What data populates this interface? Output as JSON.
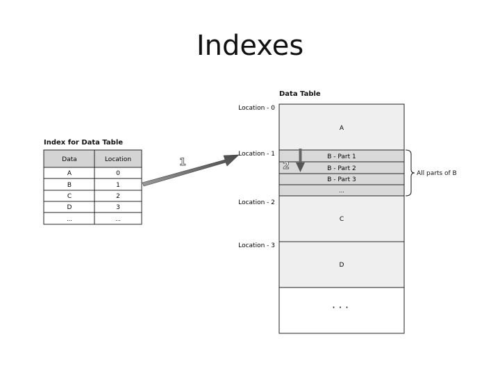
{
  "slide": {
    "title": "Indexes"
  },
  "index_table": {
    "title": "Index for Data Table",
    "headers": [
      "Data",
      "Location"
    ],
    "rows": [
      [
        "A",
        "0"
      ],
      [
        "B",
        "1"
      ],
      [
        "C",
        "2"
      ],
      [
        "D",
        "3"
      ],
      [
        "...",
        "..."
      ]
    ]
  },
  "data_table": {
    "title": "Data Table",
    "location_labels": [
      "Location - 0",
      "Location - 1",
      "Location - 2",
      "Location - 3"
    ],
    "blocks": [
      "A",
      "B - Part 1",
      "B - Part 2",
      "B - Part 3",
      "...",
      "C",
      "D",
      "· · ·"
    ],
    "brace_label": "All parts of B"
  },
  "steps": [
    "1",
    "2"
  ],
  "colors": {
    "header_fill": "#d4d4d4",
    "block_fill": "#efefef",
    "part_fill": "#d9d9d9",
    "arrow": "#555555"
  }
}
